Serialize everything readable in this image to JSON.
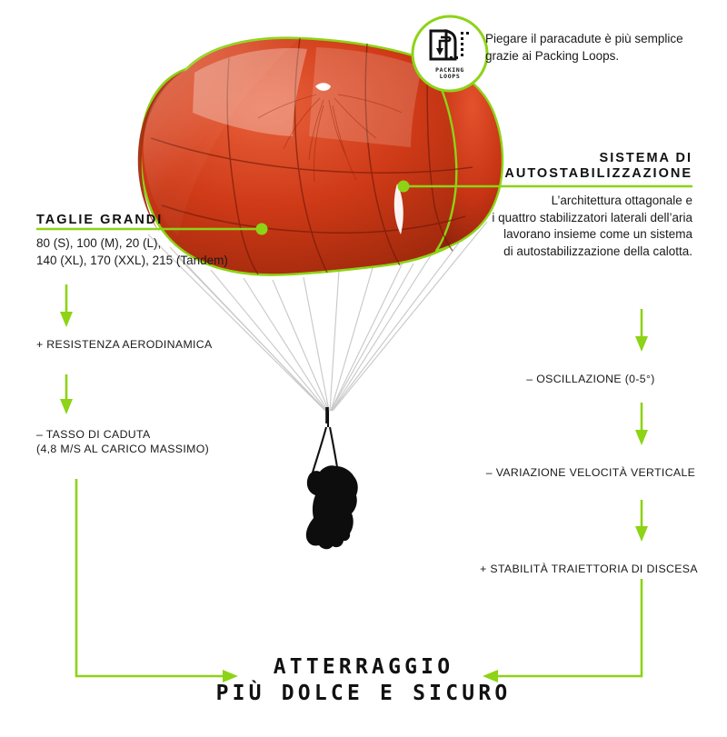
{
  "theme": {
    "accent_green": "#8dd316",
    "canopy_red": "#cf3a17",
    "canopy_red_dark": "#9c2a0e",
    "canopy_red_light": "#e8613a",
    "line_gray": "#c9c9c9",
    "text_dark": "#1a1a1a",
    "background": "#ffffff"
  },
  "badge": {
    "icon_name": "packing-loops-icon",
    "label_line1": "PACKING",
    "label_line2": "LOOPS",
    "note": "Piegare il paracadute è più semplice grazie ai Packing Loops."
  },
  "callouts": {
    "left": {
      "title": "TAGLIE GRANDI",
      "body_line1": "80 (S), 100 (M), 20 (L),",
      "body_line2": "140 (XL), 170 (XXL), 215 (Tandem)"
    },
    "right": {
      "title_line1": "SISTEMA DI",
      "title_line2": "AUTOSTABILIZZAZIONE",
      "body_line1": "L’architettura ottagonale e",
      "body_line2": "i quattro stabilizzatori laterali dell’aria",
      "body_line3": "lavorano insieme come un sistema",
      "body_line4": "di autostabilizzazione della calotta."
    }
  },
  "flow": {
    "left_column": [
      {
        "label": "+ RESISTENZA  AERODINAMICA"
      },
      {
        "label": "–  TASSO DI CADUTA",
        "sub": "(4,8 M/S AL CARICO MASSIMO)"
      }
    ],
    "right_column": [
      {
        "label": "– OSCILLAZIONE (0-5°)"
      },
      {
        "label": "– VARIAZIONE VELOCITÀ VERTICALE"
      },
      {
        "label": "+ STABILITÀ TRAIETTORIA DI DISCESA"
      }
    ]
  },
  "conclusion": {
    "line1": "ATTERRAGGIO",
    "line2": "PIÙ DOLCE E SICURO"
  }
}
